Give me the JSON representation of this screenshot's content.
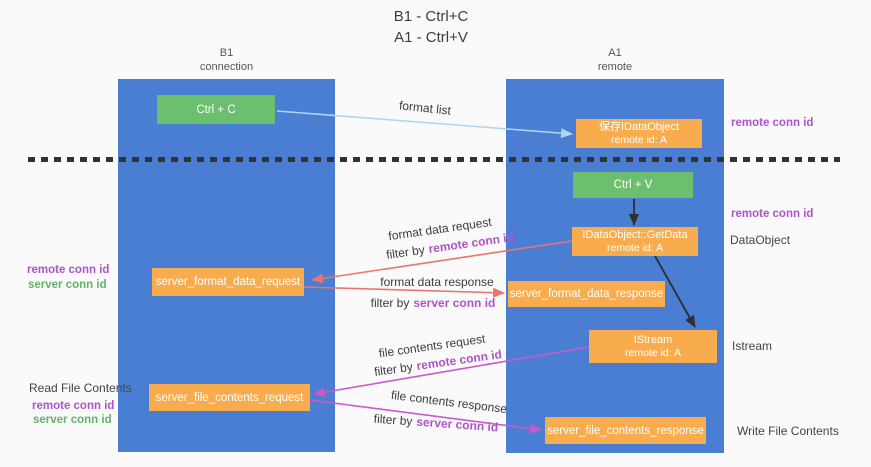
{
  "title": {
    "line1": "B1 - Ctrl+C",
    "line2": "A1 - Ctrl+V"
  },
  "lanes": {
    "left": {
      "name": "B1",
      "subtitle": "connection"
    },
    "right": {
      "name": "A1",
      "subtitle": "remote"
    }
  },
  "boxes": {
    "ctrl_c": "Ctrl + C",
    "ctrl_v": "Ctrl + V",
    "save_dataobject": {
      "line1": "保存IDataObject",
      "line2": "remote id: A"
    },
    "getdata": {
      "line1": "IDataObject::GetData",
      "line2": "remote id: A"
    },
    "istream": {
      "line1": "IStream",
      "line2": "remote id: A"
    },
    "server_format_data_request": "server_format_data_request",
    "server_format_data_response": "server_format_data_response",
    "server_file_contents_request": "server_file_contents_request",
    "server_file_contents_response": "server_file_contents_response"
  },
  "flow_labels": {
    "format_list": "format list",
    "format_data_request": "format data request",
    "format_data_response": "format data response",
    "file_contents_request": "file contents request",
    "file_contents_response": "file contents response",
    "filter_by": "filter by",
    "remote_conn_id": "remote conn id",
    "server_conn_id": "server conn id"
  },
  "side_labels": {
    "remote_conn_id": "remote conn id",
    "server_conn_id": "server conn id",
    "dataobject": "DataObject",
    "istream": "Istream",
    "read_file_contents": "Read File Contents",
    "write_file_contents": "Write File Contents"
  },
  "colors": {
    "lane_blue": "#4A7ED2",
    "box_orange": "#F8AC4D",
    "box_green": "#6BBF6E",
    "arrow_lightblue": "#AED6F1",
    "arrow_black": "#2f2f2f",
    "arrow_salmon": "#E8756F",
    "arrow_magenta": "#C85BC8",
    "label_purple": "#AE54C8",
    "label_green": "#64B168"
  }
}
